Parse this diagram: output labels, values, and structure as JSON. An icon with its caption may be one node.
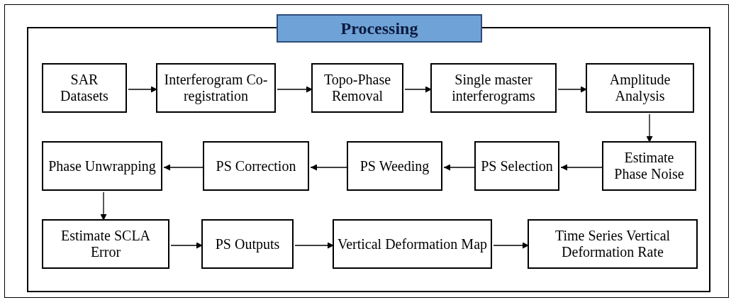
{
  "diagram": {
    "nodes": [
      {
        "text": [
          "Processing"
        ]
      },
      {
        "text": [
          "SAR Datasets"
        ],
        "in": 0
      },
      {
        "text": [
          "Interferogram Co-registration"
        ],
        "in": 0
      },
      {
        "text": [
          "Topo-Phase Removal"
        ],
        "in": 0
      },
      {
        "text": [
          "Single master interferograms"
        ],
        "in": 0
      },
      {
        "text": [
          "Amplitude Analysis"
        ],
        "in": 0
      },
      {
        "text": [
          "Phase Unwrapping"
        ],
        "in": 0
      },
      {
        "text": [
          "PS Correction"
        ],
        "in": 0
      },
      {
        "text": [
          "PS Weeding"
        ],
        "in": 0
      },
      {
        "text": [
          "PS Selection"
        ],
        "in": 0
      },
      {
        "text": [
          "Estimate Phase Noise"
        ],
        "in": 0
      },
      {
        "text": [
          "Estimate SCLA Error"
        ],
        "in": 0
      },
      {
        "text": [
          "PS Outputs"
        ],
        "in": 0
      },
      {
        "text": [
          "Vertical Deformation Map"
        ],
        "in": 0
      },
      {
        "text": [
          "Time Series Vertical Deformation Rate"
        ],
        "in": 0
      }
    ],
    "edges": [
      {
        "from": 1,
        "to": 2,
        "arrow": "to"
      },
      {
        "from": 2,
        "to": 3,
        "arrow": "to"
      },
      {
        "from": 3,
        "to": 4,
        "arrow": "to"
      },
      {
        "from": 4,
        "to": 5,
        "arrow": "to"
      },
      {
        "from": 5,
        "to": 10,
        "arrow": "to"
      },
      {
        "from": 10,
        "to": 9,
        "arrow": "to"
      },
      {
        "from": 9,
        "to": 8,
        "arrow": "to"
      },
      {
        "from": 8,
        "to": 7,
        "arrow": "to"
      },
      {
        "from": 7,
        "to": 6,
        "arrow": "to"
      },
      {
        "from": 6,
        "to": 11,
        "arrow": "to"
      },
      {
        "from": 11,
        "to": 12,
        "arrow": "to"
      },
      {
        "from": 12,
        "to": 13,
        "arrow": "to"
      },
      {
        "from": 13,
        "to": 14,
        "arrow": "to"
      }
    ]
  }
}
